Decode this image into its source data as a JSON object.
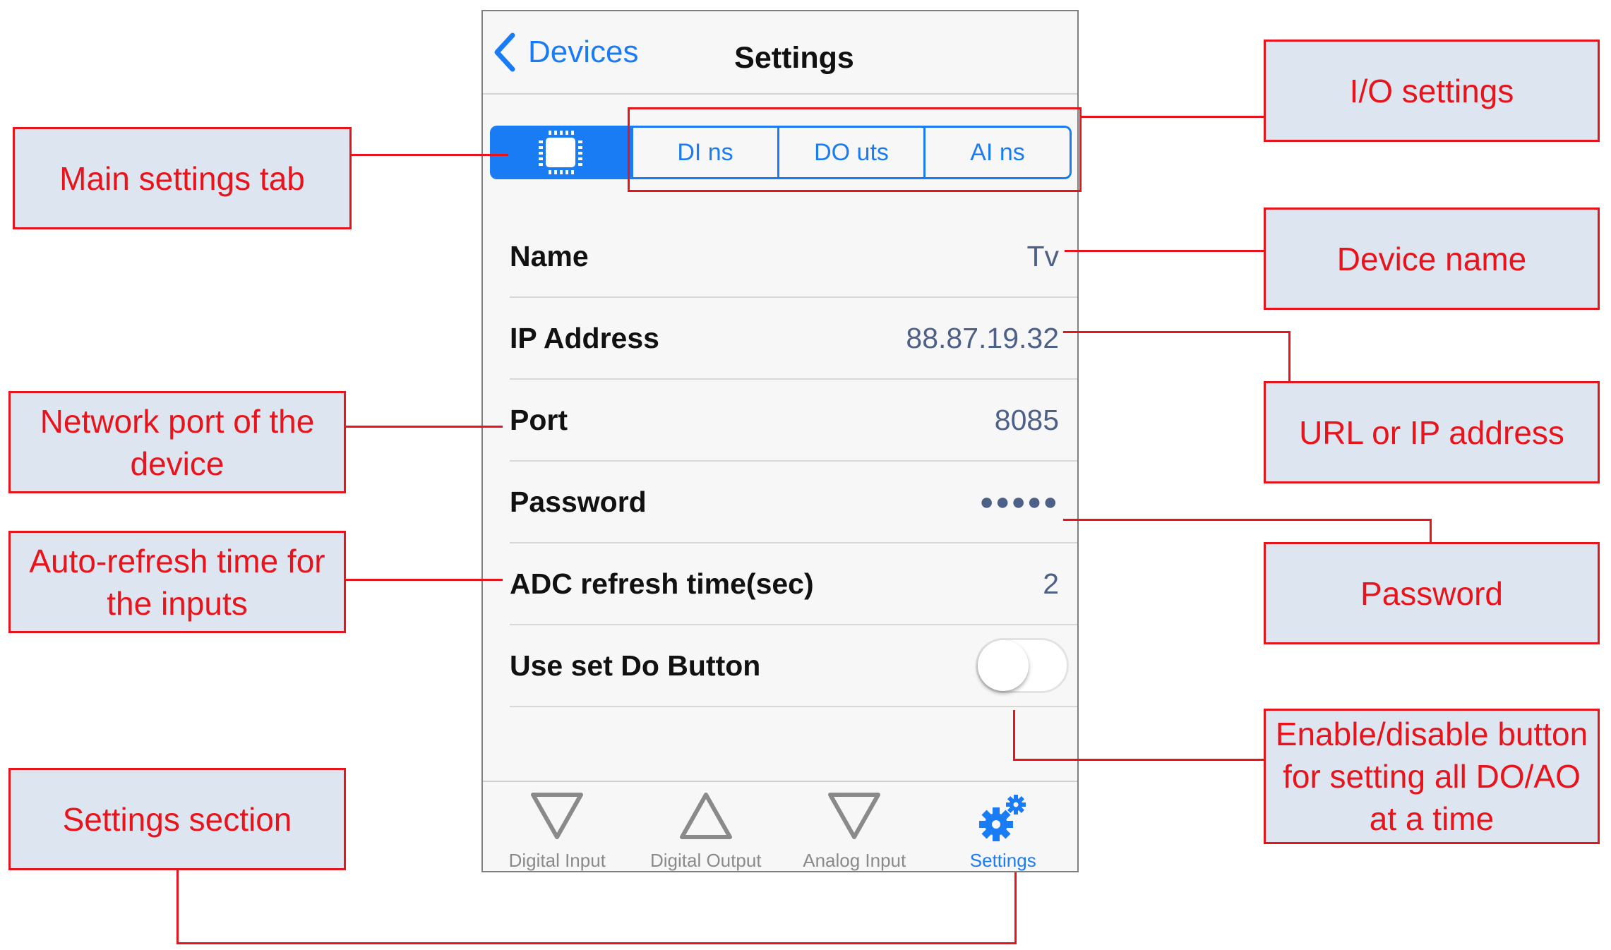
{
  "navbar": {
    "back_label": "Devices",
    "title": "Settings"
  },
  "segments": {
    "main_icon": "chip-icon",
    "tabs": [
      "DI ns",
      "DO uts",
      "AI ns"
    ]
  },
  "rows": [
    {
      "label": "Name",
      "value": "Tv"
    },
    {
      "label": "IP Address",
      "value": "88.87.19.32"
    },
    {
      "label": "Port",
      "value": "8085"
    },
    {
      "label": "Password",
      "value": "●●●●●"
    },
    {
      "label": "ADC refresh time(sec)",
      "value": "2"
    },
    {
      "label": "Use set Do Button",
      "toggle_on": false
    }
  ],
  "tabbar": [
    {
      "label": "Digital Input",
      "icon": "down-triangle-icon",
      "active": false
    },
    {
      "label": "Digital Output",
      "icon": "up-triangle-icon",
      "active": false
    },
    {
      "label": "Analog Input",
      "icon": "down-triangle-icon",
      "active": false
    },
    {
      "label": "Settings",
      "icon": "gears-icon",
      "active": true
    }
  ],
  "annotations": {
    "main_settings_tab": "Main settings tab",
    "io_settings": "I/O settings",
    "device_name": "Device name",
    "url_ip": "URL or IP address",
    "network_port": "Network port of the device",
    "password": "Password",
    "auto_refresh": "Auto-refresh time for the inputs",
    "enable_disable": "Enable/disable button for setting all DO/AO at a time",
    "settings_section": "Settings section"
  },
  "colors": {
    "accent": "#1a7cf5",
    "annotation": "#e8141c",
    "annotation_bg": "#dde5f1",
    "value_text": "#4d6087"
  }
}
